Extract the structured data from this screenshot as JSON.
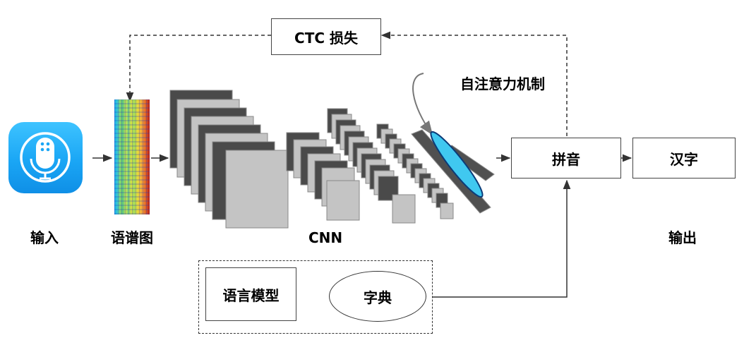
{
  "labels": {
    "input": "输入",
    "spectrogram": "语谱图",
    "cnn": "CNN",
    "output": "输出",
    "attention": "自注意力机制"
  },
  "boxes": {
    "ctc_loss": "CTC 损失",
    "pinyin": "拼音",
    "hanzi": "汉字",
    "language_model": "语言模型",
    "dictionary": "字典"
  },
  "icons": {
    "input": "microphone-icon"
  },
  "colors": {
    "icon_blue": "#1aa6f5",
    "attention_fill": "#40c8f0",
    "cnn_dark": "#4a4a4a",
    "cnn_light": "#c4c4c4",
    "line": "#333333"
  }
}
